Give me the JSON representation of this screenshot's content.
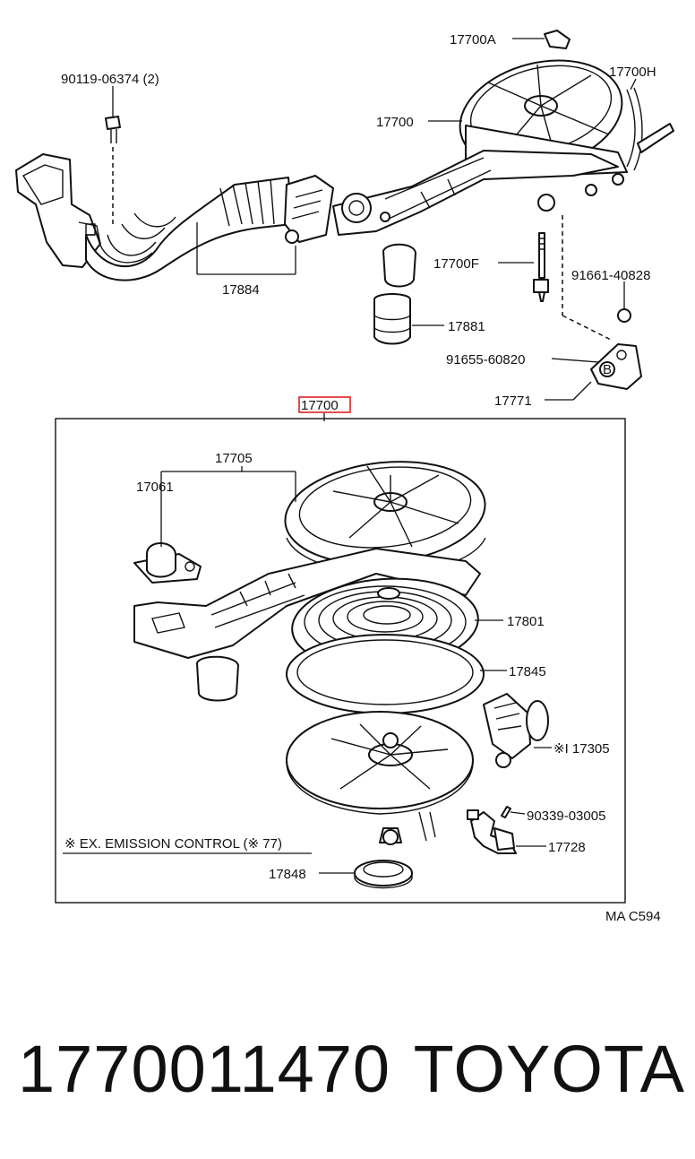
{
  "diagram": {
    "labels": {
      "p17700A": "17700A",
      "p90119": "90119-06374 (2)",
      "p17700H": "17700H",
      "p17700_top": "17700",
      "p17884": "17884",
      "p17700F": "17700F",
      "p91661": "91661-40828",
      "p17881": "17881",
      "p91655": "91655-60820",
      "p17771": "17771",
      "p17700_box": "17700",
      "p17705": "17705",
      "p17061": "17061",
      "p17801": "17801",
      "p17845": "17845",
      "p17305": "※I 17305",
      "p90339": "90339-03005",
      "p17728": "17728",
      "p17848": "17848",
      "footnote": "※ EX. EMISSION CONTROL (※ 77)",
      "code": "MA C594"
    },
    "highlight_color": "#e02020"
  },
  "caption": {
    "part_number": "1770011470",
    "brand": "TOYOTA"
  }
}
